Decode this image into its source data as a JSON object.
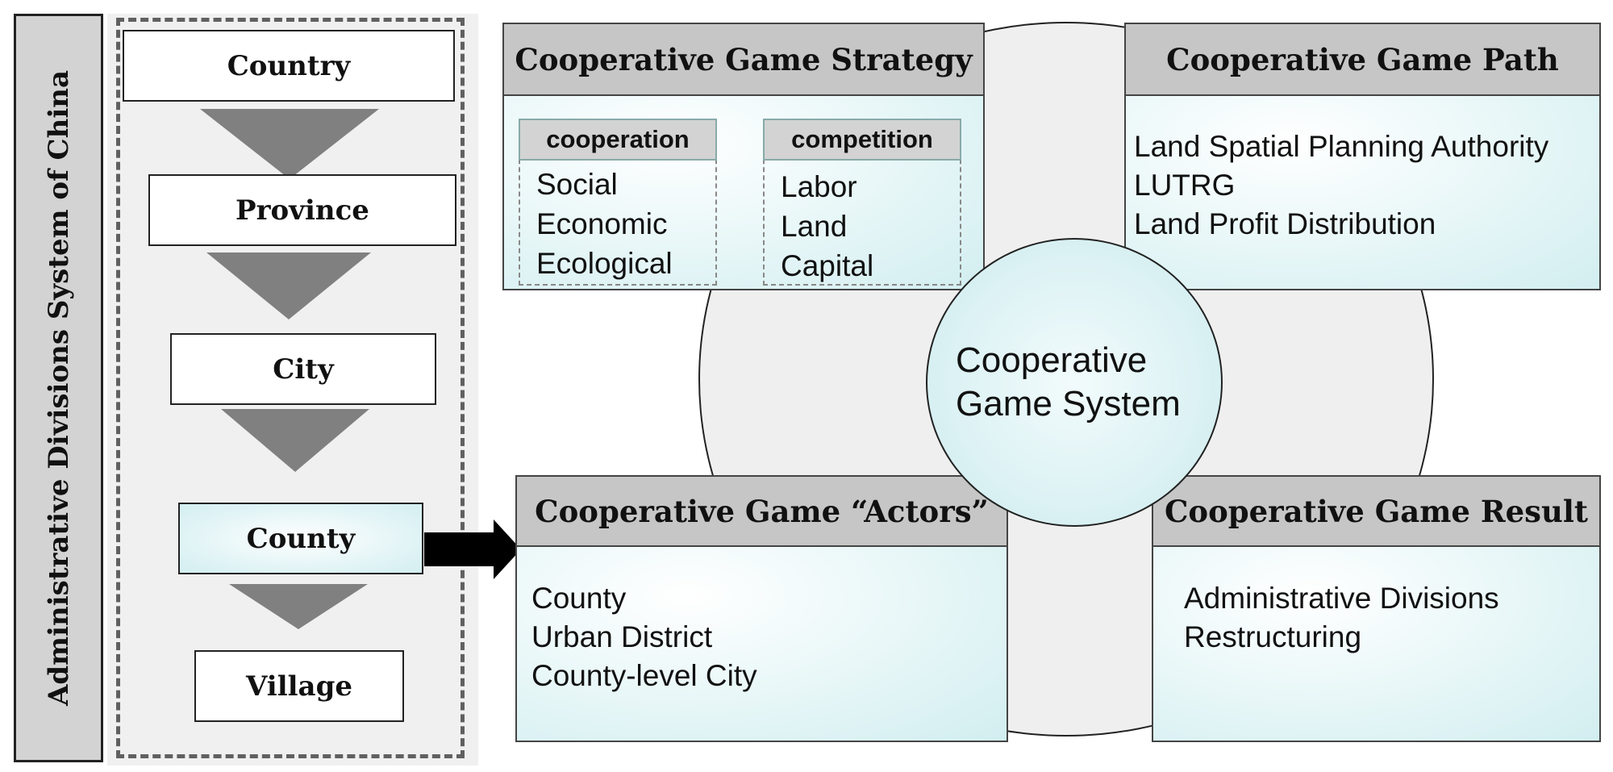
{
  "admin_title": "Administrative Divisions System of China",
  "levels": [
    "Country",
    "Province",
    "City",
    "County",
    "Village"
  ],
  "center_circle": {
    "line1": "Cooperative",
    "line2": "Game System"
  },
  "strategy": {
    "title": "Cooperative Game Strategy",
    "cooperation": {
      "title": "cooperation",
      "items": [
        "Social",
        "Economic",
        "Ecological"
      ]
    },
    "competition": {
      "title": "competition",
      "items": [
        "Labor",
        "Land",
        "Capital"
      ]
    }
  },
  "path": {
    "title": "Cooperative Game Path",
    "items": [
      "Land Spatial Planning Authority",
      "LUTRG",
      "Land Profit Distribution"
    ]
  },
  "actors": {
    "title": "Cooperative Game “Actors”",
    "items": [
      "County",
      "Urban District",
      "County-level City"
    ]
  },
  "result": {
    "title": "Cooperative Game Result",
    "items": [
      "Administrative Divisions",
      "Restructuring"
    ]
  },
  "colors": {
    "header_gray": "#c6c6c6",
    "panel_gray": "#f0f0f0",
    "arrow_gray": "#808080",
    "light_cyan": "#d2eef0",
    "outline": "#222222"
  }
}
